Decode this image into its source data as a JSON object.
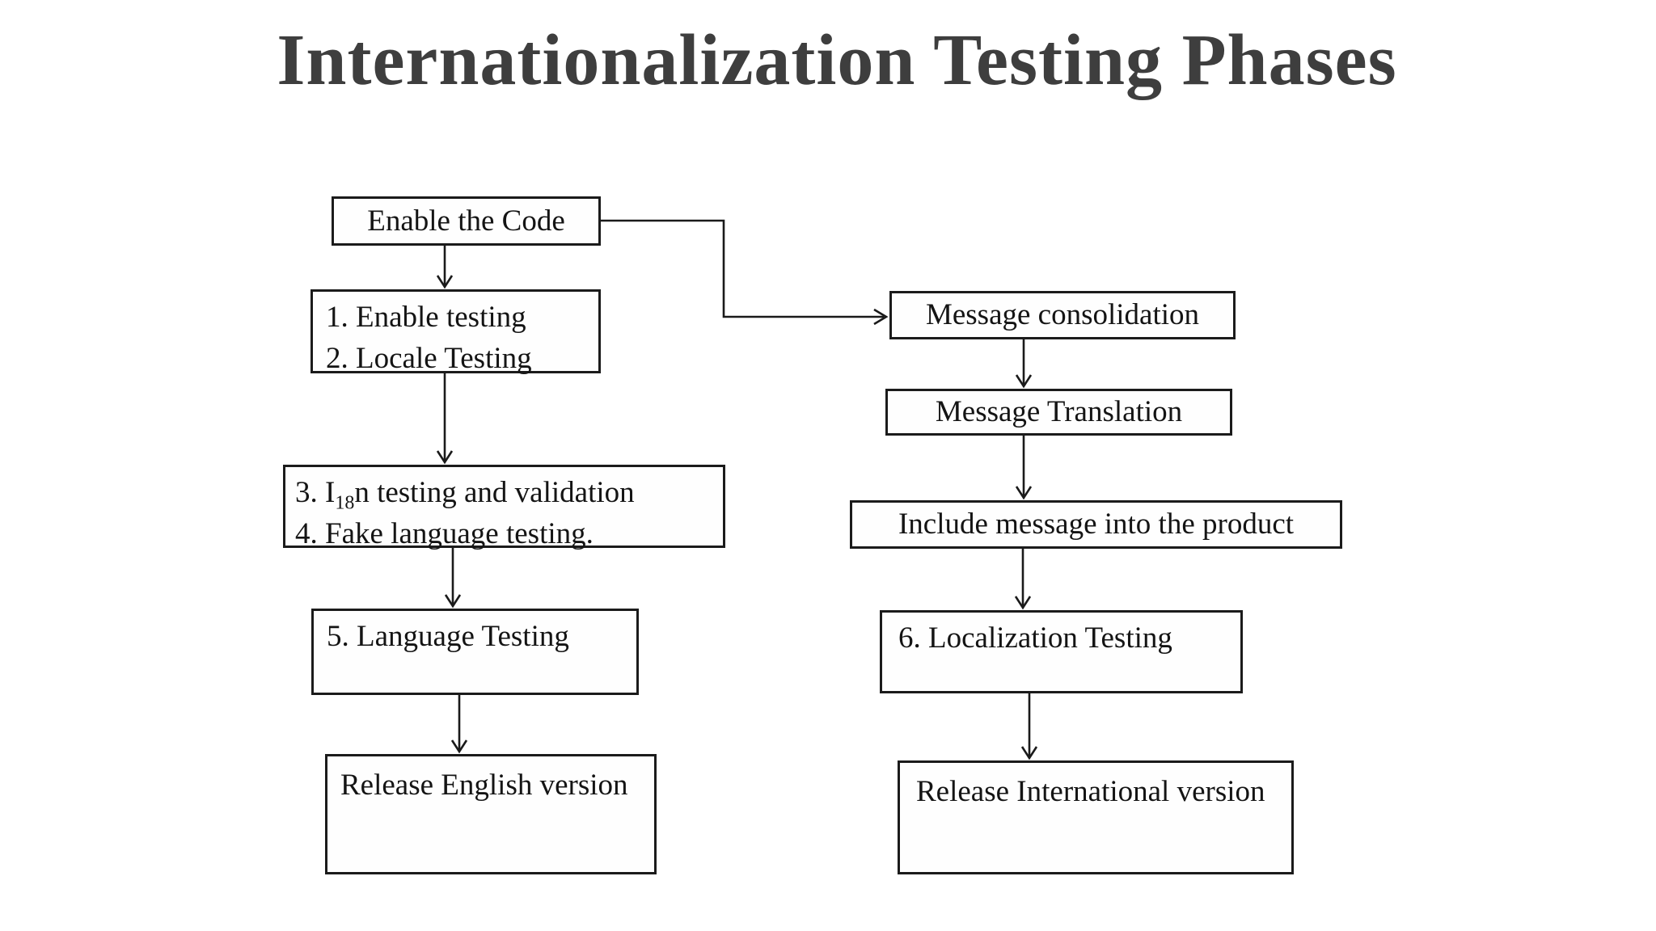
{
  "title": {
    "line1": "Internationalization Testing",
    "line2": "Phases"
  },
  "flowchart": {
    "left": {
      "enable_code": "Enable the Code",
      "steps_1_2": [
        "1. Enable testing",
        "2. Locale Testing"
      ],
      "steps_3_4": {
        "line1_pre": "3. I",
        "line1_sub": "18",
        "line1_post": "n testing and validation",
        "line2": "4. Fake language testing."
      },
      "step_5": "5. Language Testing",
      "release": "Release English version"
    },
    "right": {
      "message_consolidation": "Message consolidation",
      "message_translation": "Message Translation",
      "include_message": "Include message into the product",
      "step_6": "6. Localization Testing",
      "release": "Release International version"
    }
  },
  "colors": {
    "background": "#ffffff",
    "title_text": "#3e3e3e",
    "box_border": "#1b1b1b",
    "box_text": "#141414",
    "connector": "#1a1a1a"
  }
}
